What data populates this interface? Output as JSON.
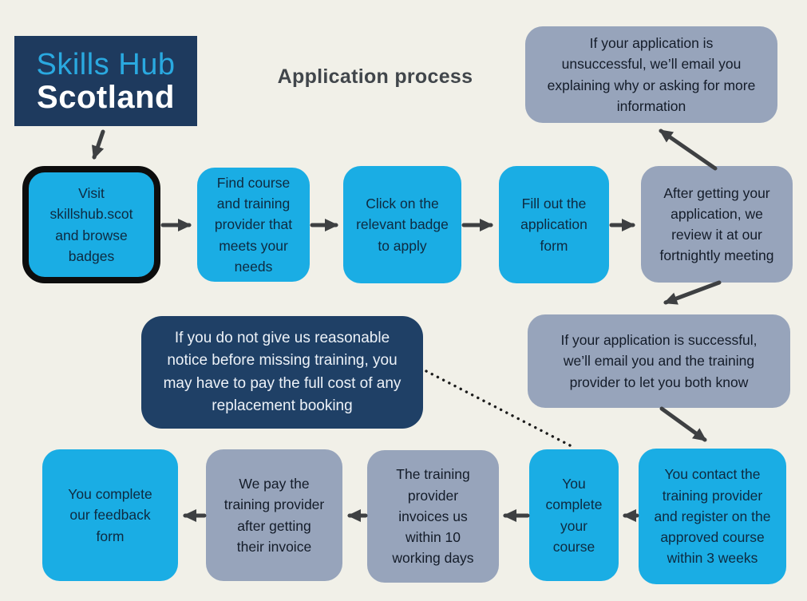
{
  "title": "Application process",
  "logo": {
    "line1": "Skills Hub",
    "line2": "Scotland"
  },
  "nodes": {
    "visit": "Visit\nskillshub.scot\nand browse\nbadges",
    "find": "Find course\nand training\nprovider that\nmeets your\nneeds",
    "click": "Click on the\nrelevant badge\nto apply",
    "fill": "Fill out the\napplication\nform",
    "review": "After getting your\napplication, we\nreview it at our\nfortnightly meeting",
    "unsuccessful": "If your application is\nunsuccessful, we’ll email you\nexplaining why or asking for more\ninformation",
    "successful": "If your application is successful,\nwe’ll email you and the training\nprovider to let you both know",
    "notice": "If you do not give us reasonable\nnotice before missing training, you\nmay have to pay the full cost of any\nreplacement booking",
    "contact": "You contact the\ntraining provider\nand register on the\napproved course\nwithin 3 weeks",
    "course": "You\ncomplete\nyour\ncourse",
    "invoice": "The training\nprovider\ninvoices us\nwithin 10\nworking days",
    "pay": "We pay the\ntraining provider\nafter getting\ntheir invoice",
    "feedback": "You complete\nour feedback\nform"
  },
  "colors": {
    "background": "#f1f0e8",
    "step_blue": "#1aade4",
    "info_gray": "#97a4bb",
    "warning_navy": "#1f4066",
    "logo_navy": "#1e3a5e",
    "logo_blue": "#2aa9e0",
    "arrow": "#3e4042",
    "first_step_border": "#0d0d0d"
  }
}
